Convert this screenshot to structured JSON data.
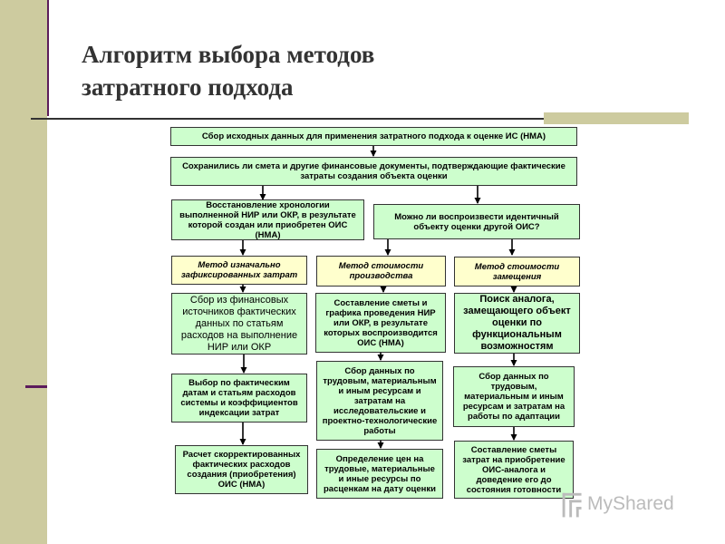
{
  "title": {
    "line1": "Алгоритм выбора методов",
    "line2": "затратного подхода"
  },
  "flowchart": {
    "top": "Сбор исходных данных для применения затратного подхода к оценке ИС (НМА)",
    "question1": "Сохранились ли смета и другие финансовые документы, подтверждающие фактические затраты создания объекта оценки",
    "restore": "Восстановление хронологии выполненной НИР или ОКР, в результате которой создан или приобретен ОИС (НМА)",
    "question2": "Можно ли воспроизвести идентичный объекту оценки другой ОИС?",
    "method_initial": "Метод изначально зафиксированных затрат",
    "method_production": "Метод стоимости производства",
    "method_replacement": "Метод стоимости замещения",
    "col1_step1": "Сбор из финансовых источников фактических данных по статьям расходов на выполнение НИР или ОКР",
    "col1_step2": "Выбор по фактическим датам и статьям расходов системы и коэффициентов индексации затрат",
    "col1_step3": "Расчет скорректированных фактических расходов создания (приобретения) ОИС (НМА)",
    "col2_step1": "Составление сметы и графика проведения НИР или ОКР, в результате которых воспроизводится ОИС (НМА)",
    "col2_step2": "Сбор данных по трудовым, материальным и иным ресурсам и затратам на исследовательские и проектно-технологические работы",
    "col2_step3": "Определение цен на трудовые, материальные и иные ресурсы по расценкам на дату оценки",
    "col3_step1": "Поиск аналога, замещающего объект оценки по функциональным возможностям",
    "col3_step2": "Сбор данных по трудовым, материальным и иным ресурсам и затратам на работы по адаптации",
    "col3_step3": "Составление сметы затрат на приобретение ОИС-аналога и доведение его до состояния готовности"
  },
  "watermark": {
    "text": "MyShared"
  },
  "colors": {
    "box_fill": "#cdfecd",
    "method_fill": "#ffffcd",
    "side_bar": "#cdcb9f",
    "accent_line": "#5c1c5c"
  }
}
